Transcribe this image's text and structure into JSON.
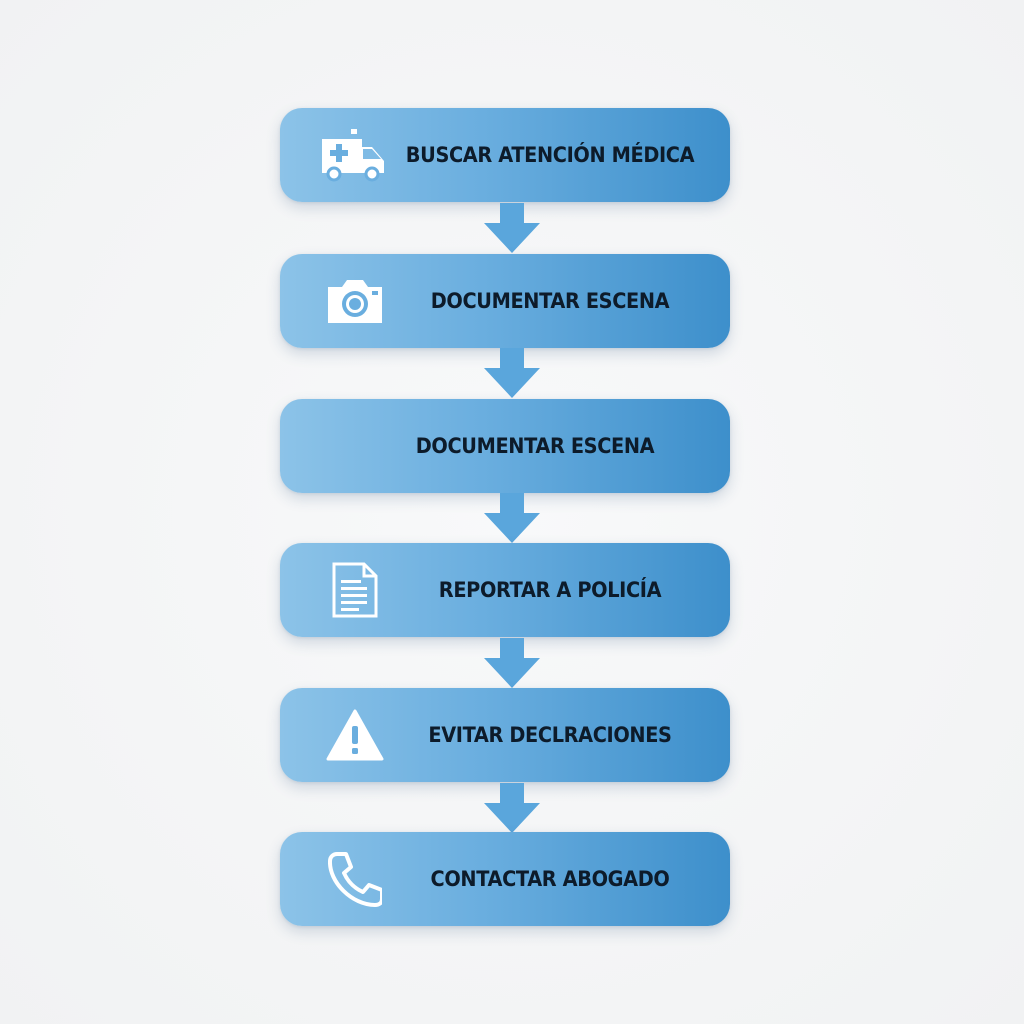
{
  "colors": {
    "box_start": "#8cc3e8",
    "box_end": "#3d8fcb",
    "arrow": "#5aa6dc",
    "text": "#0d1b2a",
    "icon": "#ffffff"
  },
  "steps": [
    {
      "label": "BUSCAR ATENCIÓN MÉDICA",
      "icon": "ambulance-icon"
    },
    {
      "label": "DOCUMENTAR ESCENA",
      "icon": "camera-icon"
    },
    {
      "label": "DOCUMENTAR ESCENA",
      "icon": ""
    },
    {
      "label": "REPORTAR A POLICÍA",
      "icon": "document-icon"
    },
    {
      "label": "EVITAR DECLRACIONES",
      "icon": "warning-icon"
    },
    {
      "label": "CONTACTAR ABOGADO",
      "icon": "phone-icon"
    }
  ]
}
